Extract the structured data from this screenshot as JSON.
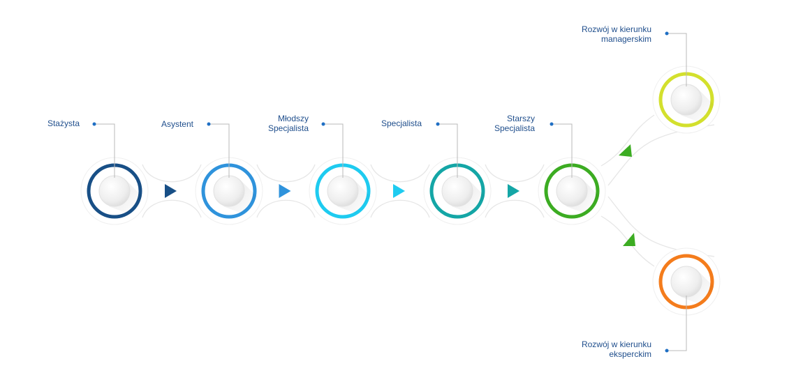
{
  "colors": {
    "label_text": "#1f4e8c",
    "leader_dot": "#1f6fc4",
    "leader_line": "#b8b8b8",
    "track": "#e6e6e6",
    "halo": "#f4f4f4"
  },
  "stages": [
    {
      "label": "Stażysta",
      "ring_color": "#184f86",
      "arrow_color": "#184f86"
    },
    {
      "label": "Asystent",
      "ring_color": "#2f93dc",
      "arrow_color": "#2f93dc"
    },
    {
      "label": "Młodszy\nSpecjalista",
      "ring_color": "#1ecbf0",
      "arrow_color": "#1ecbf0"
    },
    {
      "label": "Specjalista",
      "ring_color": "#14a6a6",
      "arrow_color": "#14a6a6"
    },
    {
      "label": "Starszy\nSpecjalista",
      "ring_color": "#3cac22",
      "arrow_color": "#3cac22"
    }
  ],
  "branches": [
    {
      "label": "Rozwój w kierunku\nmanagerskim",
      "ring_color": "#d3e02d"
    },
    {
      "label": "Rozwój w kierunku\neksperckim",
      "ring_color": "#f47c1c"
    }
  ]
}
